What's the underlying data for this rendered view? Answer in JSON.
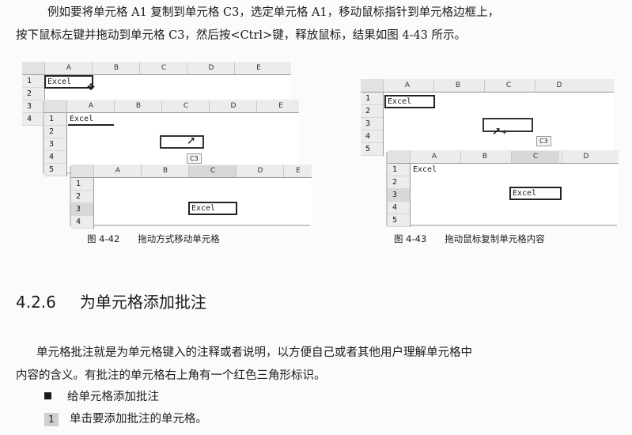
{
  "intro": {
    "line1": "例如要将单元格 A1 复制到单元格 C3，选定单元格 A1，移动鼠标指针到单元格边框上，",
    "line2": "按下鼠标左键并拖动到单元格 C3，然后按<Ctrl>键，释放鼠标，结果如图 4-43 所示。"
  },
  "fig42": {
    "caption": "图 4-42　　拖动方式移动单元格",
    "cols": [
      "A",
      "B",
      "C",
      "D",
      "E"
    ],
    "rows": [
      "1",
      "2",
      "3",
      "4",
      "5"
    ],
    "cell_text": "Excel",
    "tip": "C3"
  },
  "fig43": {
    "caption": "图 4-43　　拖动鼠标复制单元格内容",
    "cols": [
      "A",
      "B",
      "C",
      "D"
    ],
    "rows": [
      "1",
      "2",
      "3",
      "4",
      "5"
    ],
    "cell_text": "Excel",
    "tip": "C3"
  },
  "section": {
    "number": "4.2.6",
    "title": "为单元格添加批注"
  },
  "body": {
    "line1": "单元格批注就是为单元格键入的注释或者说明，以方便自己或者其他用户理解单元格中",
    "line2": "内容的含义。有批注的单元格右上角有一个红色三角形标识。"
  },
  "subheading": "给单元格添加批注",
  "step": {
    "number": "1",
    "text": "单击要添加批注的单元格。"
  }
}
